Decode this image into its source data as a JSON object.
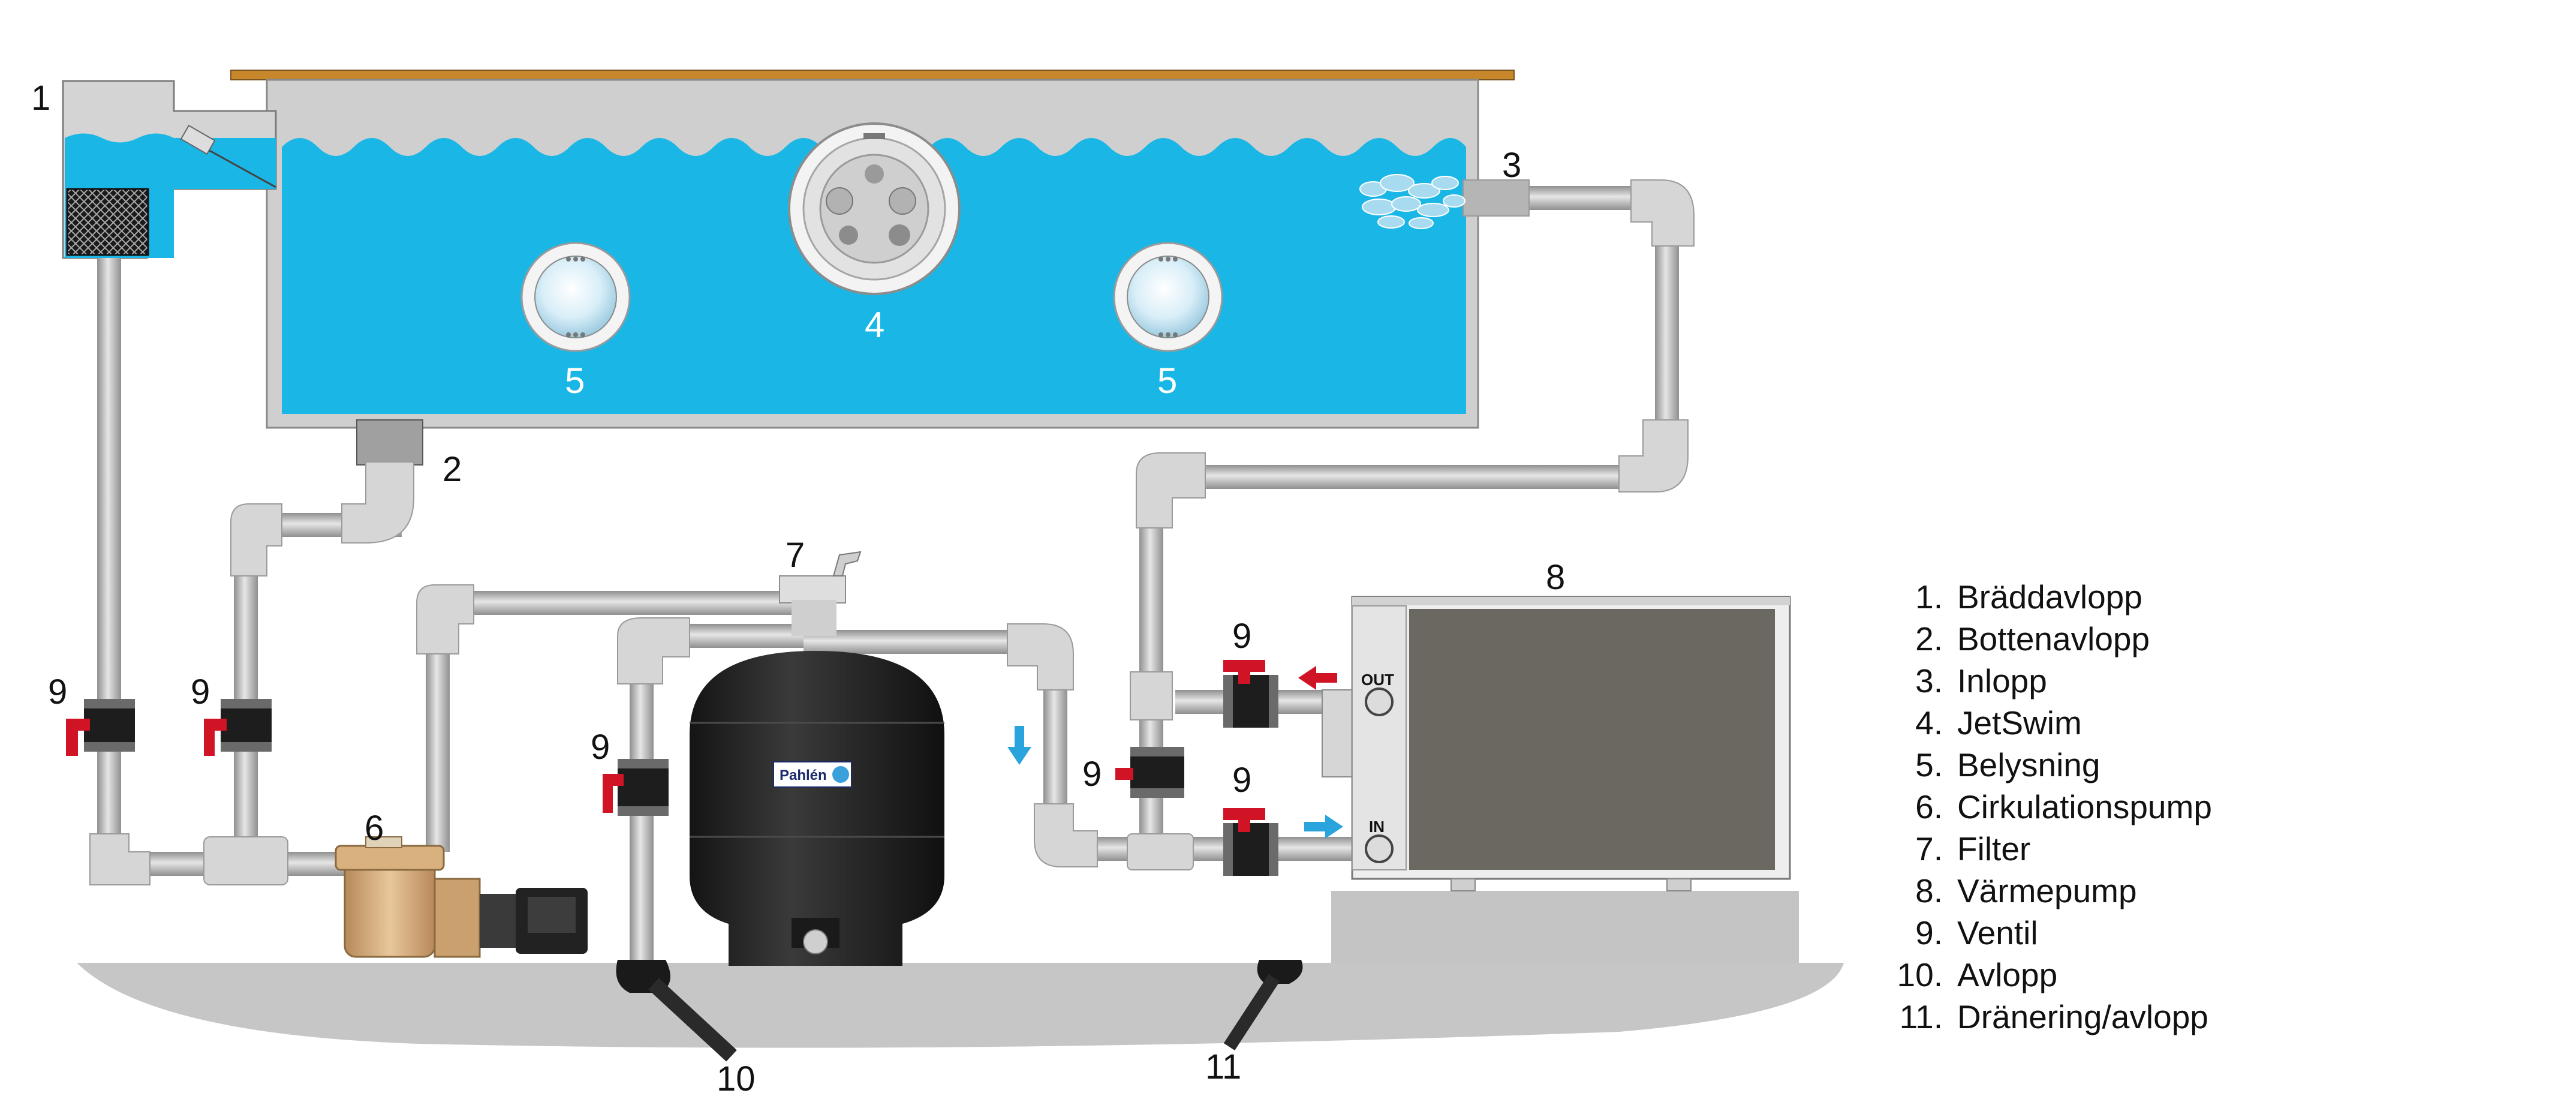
{
  "diagram": {
    "labels": {
      "skimmer": "1",
      "bottom_drain": "2",
      "inlet": "3",
      "jetswim": "4",
      "light_left": "5",
      "light_right": "5",
      "pump": "6",
      "filter": "7",
      "heat_pump": "8",
      "valve": "9",
      "drain_10": "10",
      "drain_11": "11"
    },
    "heat_pump_ports": {
      "out": "OUT",
      "in": "IN"
    },
    "filter_brand": "Pahlén",
    "colors": {
      "water": "#1ab7e6",
      "pipe": "#c3c3c3",
      "valve_handle": "#d01426",
      "filter_body": "#262626",
      "pump_housing": "#d9b17e",
      "heat_pump_grille": "#6b6761",
      "ground": "#c6c6c6",
      "flow_out_arrow": "#d01426",
      "flow_in_arrow": "#2aa4dc",
      "deck": "#c7872a"
    }
  },
  "legend": [
    {
      "num": "1.",
      "text": "Bräddavlopp"
    },
    {
      "num": "2.",
      "text": "Bottenavlopp"
    },
    {
      "num": "3.",
      "text": "Inlopp"
    },
    {
      "num": "4.",
      "text": "JetSwim"
    },
    {
      "num": "5.",
      "text": "Belysning"
    },
    {
      "num": "6.",
      "text": "Cirkulationspump"
    },
    {
      "num": "7.",
      "text": "Filter"
    },
    {
      "num": "8.",
      "text": "Värmepump"
    },
    {
      "num": "9.",
      "text": "Ventil"
    },
    {
      "num": "10.",
      "text": "Avlopp"
    },
    {
      "num": "11.",
      "text": "Dränering/avlopp"
    }
  ]
}
